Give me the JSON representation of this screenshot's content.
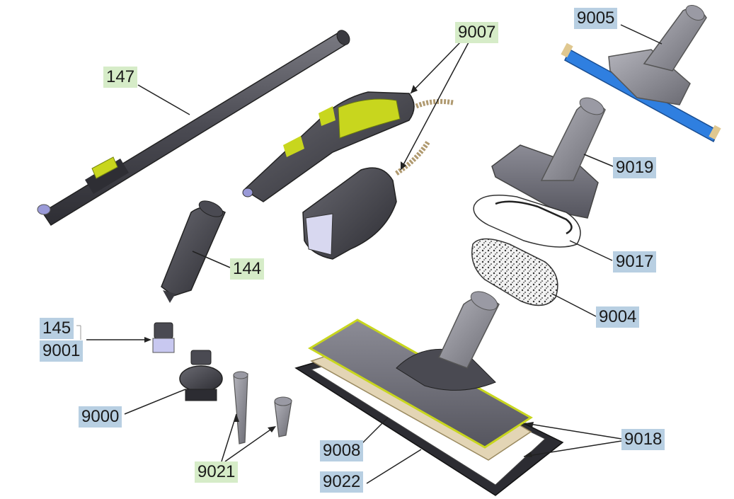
{
  "title": "",
  "callouts": {
    "c147": "147",
    "c9007": "9007",
    "c9005": "9005",
    "c9019": "9019",
    "c9017": "9017",
    "c144": "144",
    "c9004": "9004",
    "c145": "145",
    "c9001": "9001",
    "c9000": "9000",
    "c9018": "9018",
    "c9008": "9008",
    "c9021": "9021",
    "c9022": "9022"
  },
  "colors": {
    "standard_part_label": "#d6ecc8",
    "optional_part_label": "#b8cfe2",
    "accent_yellow": "#c8d61e",
    "part_gray": "#5a5a60",
    "cloth_blue": "#2f7fe0"
  },
  "parts": [
    "extension-tube",
    "steam-gun",
    "detail-nozzle",
    "window-nozzle",
    "hand-nozzle",
    "terry-cloth-cover",
    "microfibre-cover",
    "round-brush-small",
    "round-brush-large",
    "floor-nozzle",
    "floor-cloth",
    "power-nozzle",
    "floor-nozzle-frame"
  ]
}
